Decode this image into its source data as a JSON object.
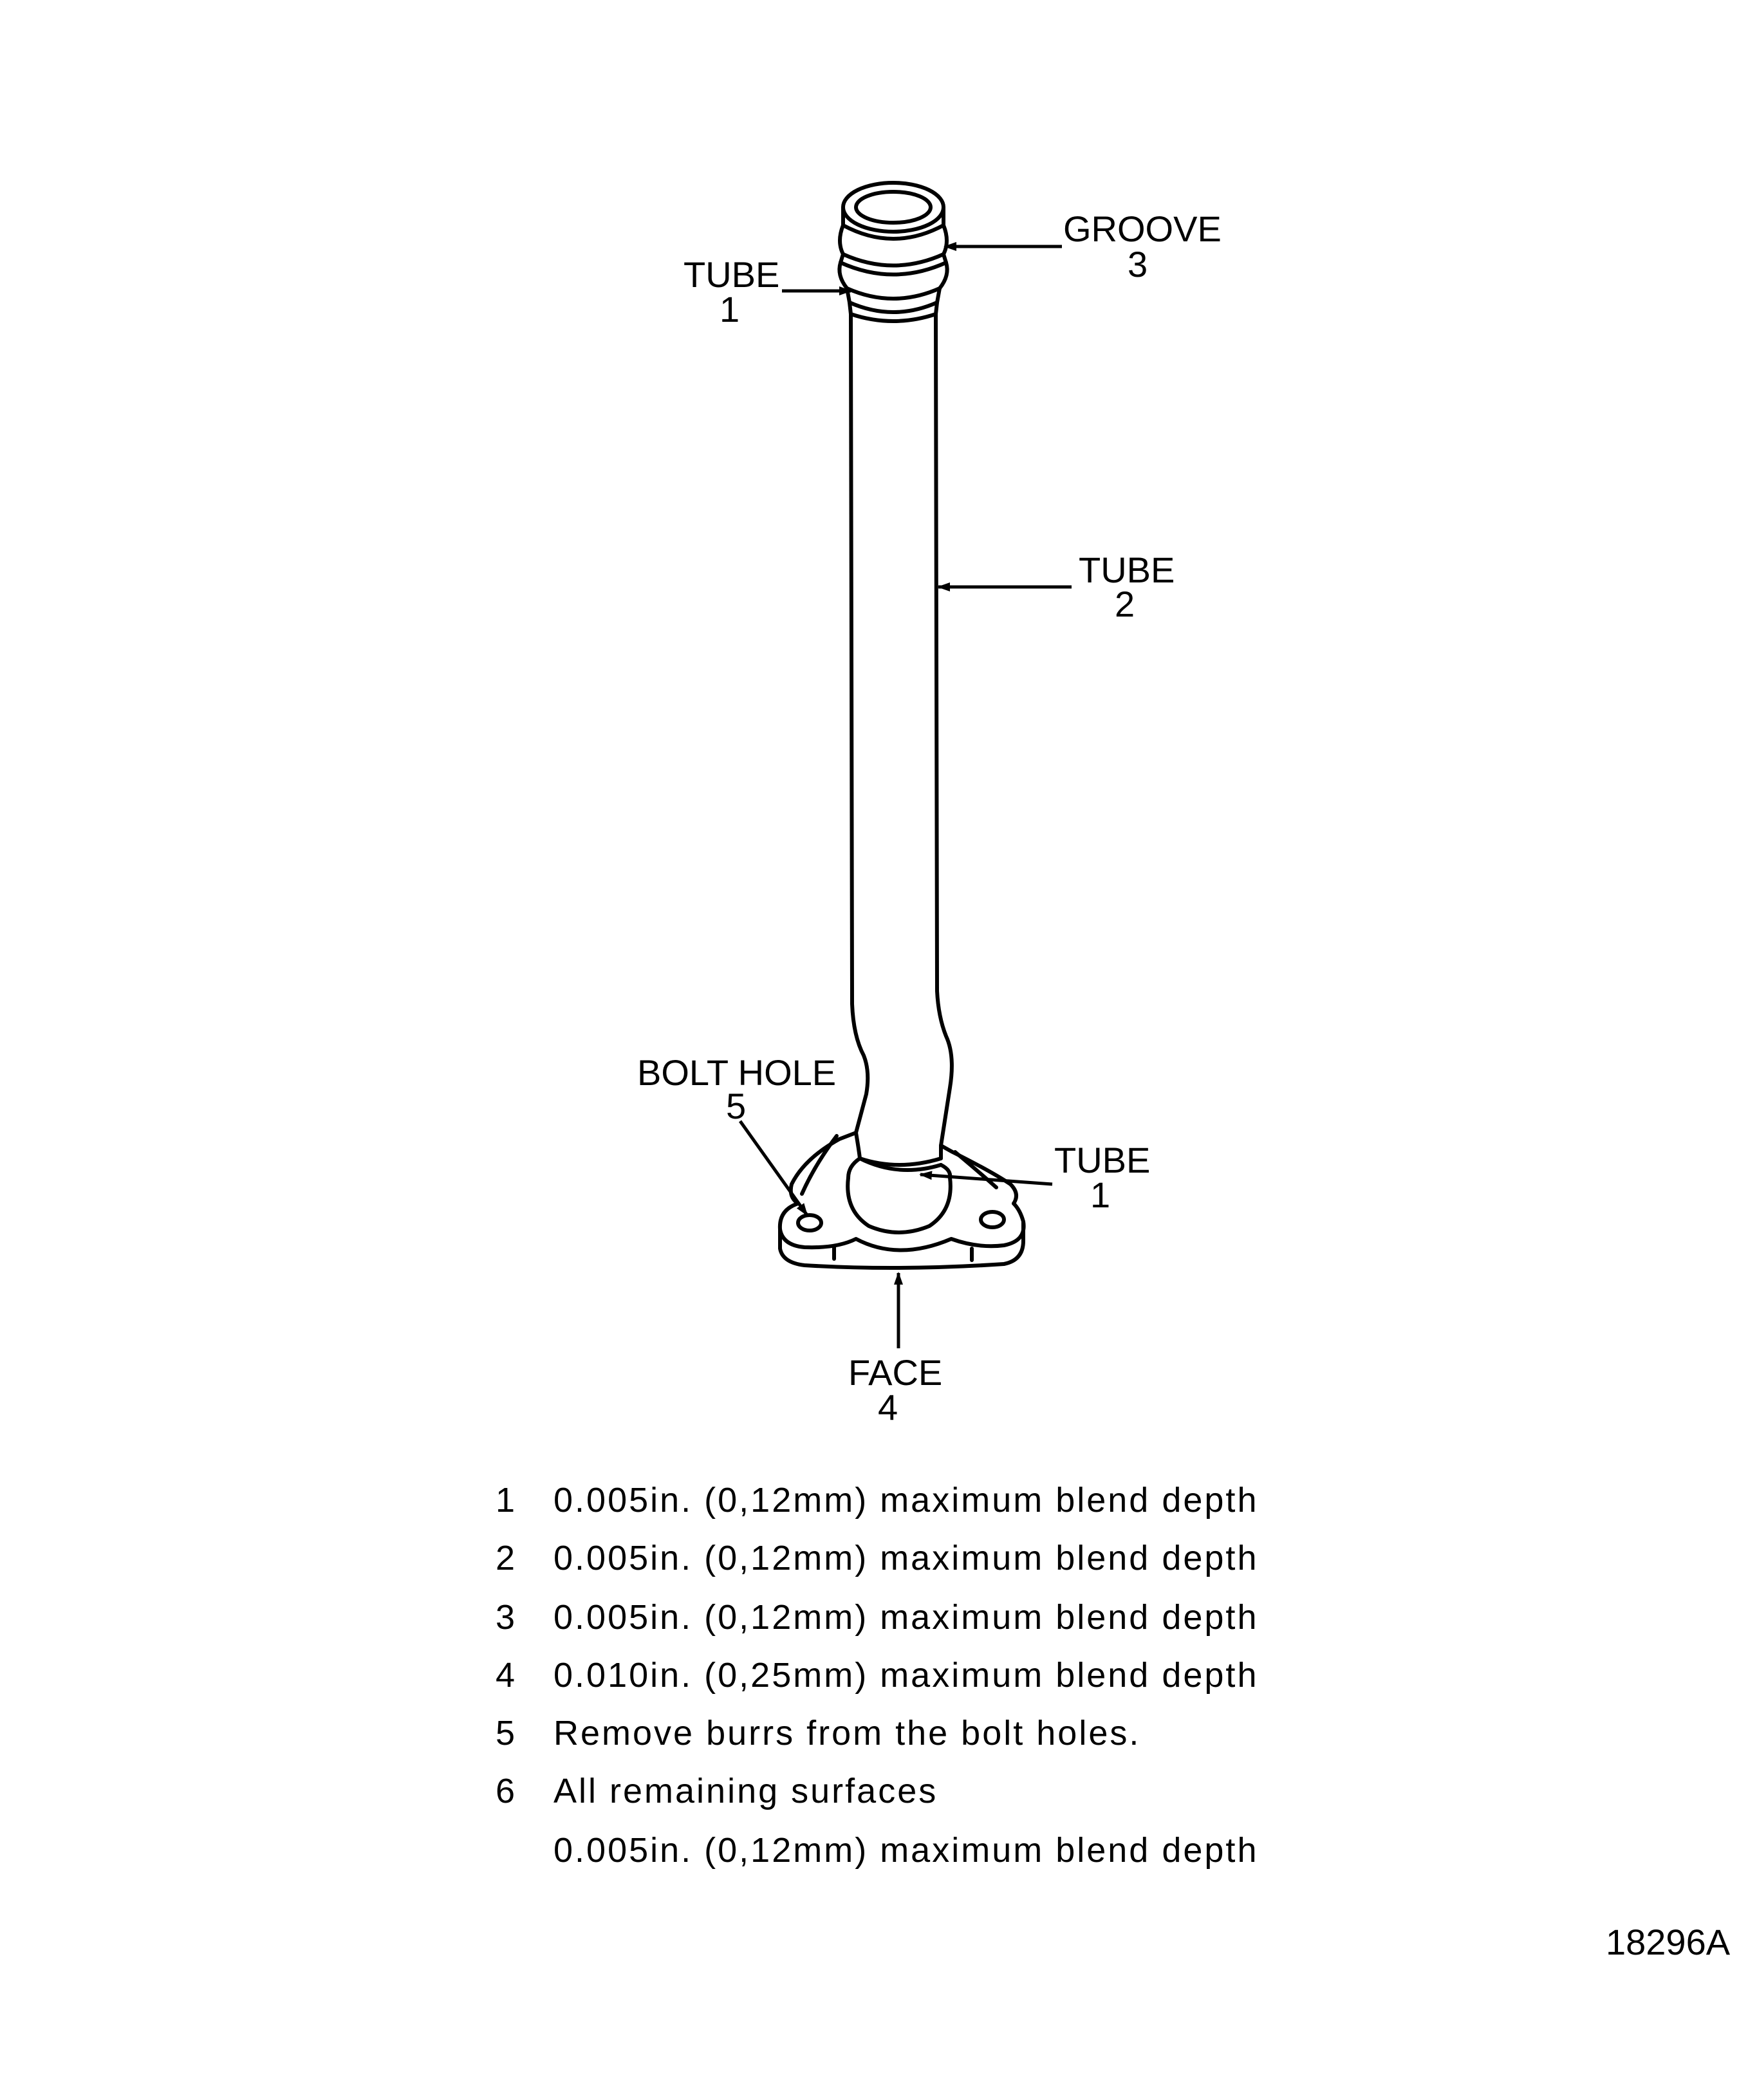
{
  "labels": {
    "groove": {
      "name": "GROOVE",
      "num": "3"
    },
    "tube_top": {
      "name": "TUBE",
      "num": "1"
    },
    "tube_mid": {
      "name": "TUBE",
      "num": "2"
    },
    "bolt_hole": {
      "name": "BOLT HOLE",
      "num": "5"
    },
    "tube_bottom": {
      "name": "TUBE",
      "num": "1"
    },
    "face": {
      "name": "FACE",
      "num": "4"
    }
  },
  "legend": [
    {
      "num": "1",
      "text": "0.005in. (0,12mm) maximum blend depth"
    },
    {
      "num": "2",
      "text": "0.005in. (0,12mm) maximum blend depth"
    },
    {
      "num": "3",
      "text": "0.005in. (0,12mm) maximum blend depth"
    },
    {
      "num": "4",
      "text": "0.010in. (0,25mm) maximum blend depth"
    },
    {
      "num": "5",
      "text": "Remove burrs from the bolt holes."
    },
    {
      "num": "6",
      "text": "All remaining surfaces"
    },
    {
      "num": "",
      "text": "0.005in. (0,12mm) maximum blend depth"
    }
  ],
  "figure_id": "18296A"
}
